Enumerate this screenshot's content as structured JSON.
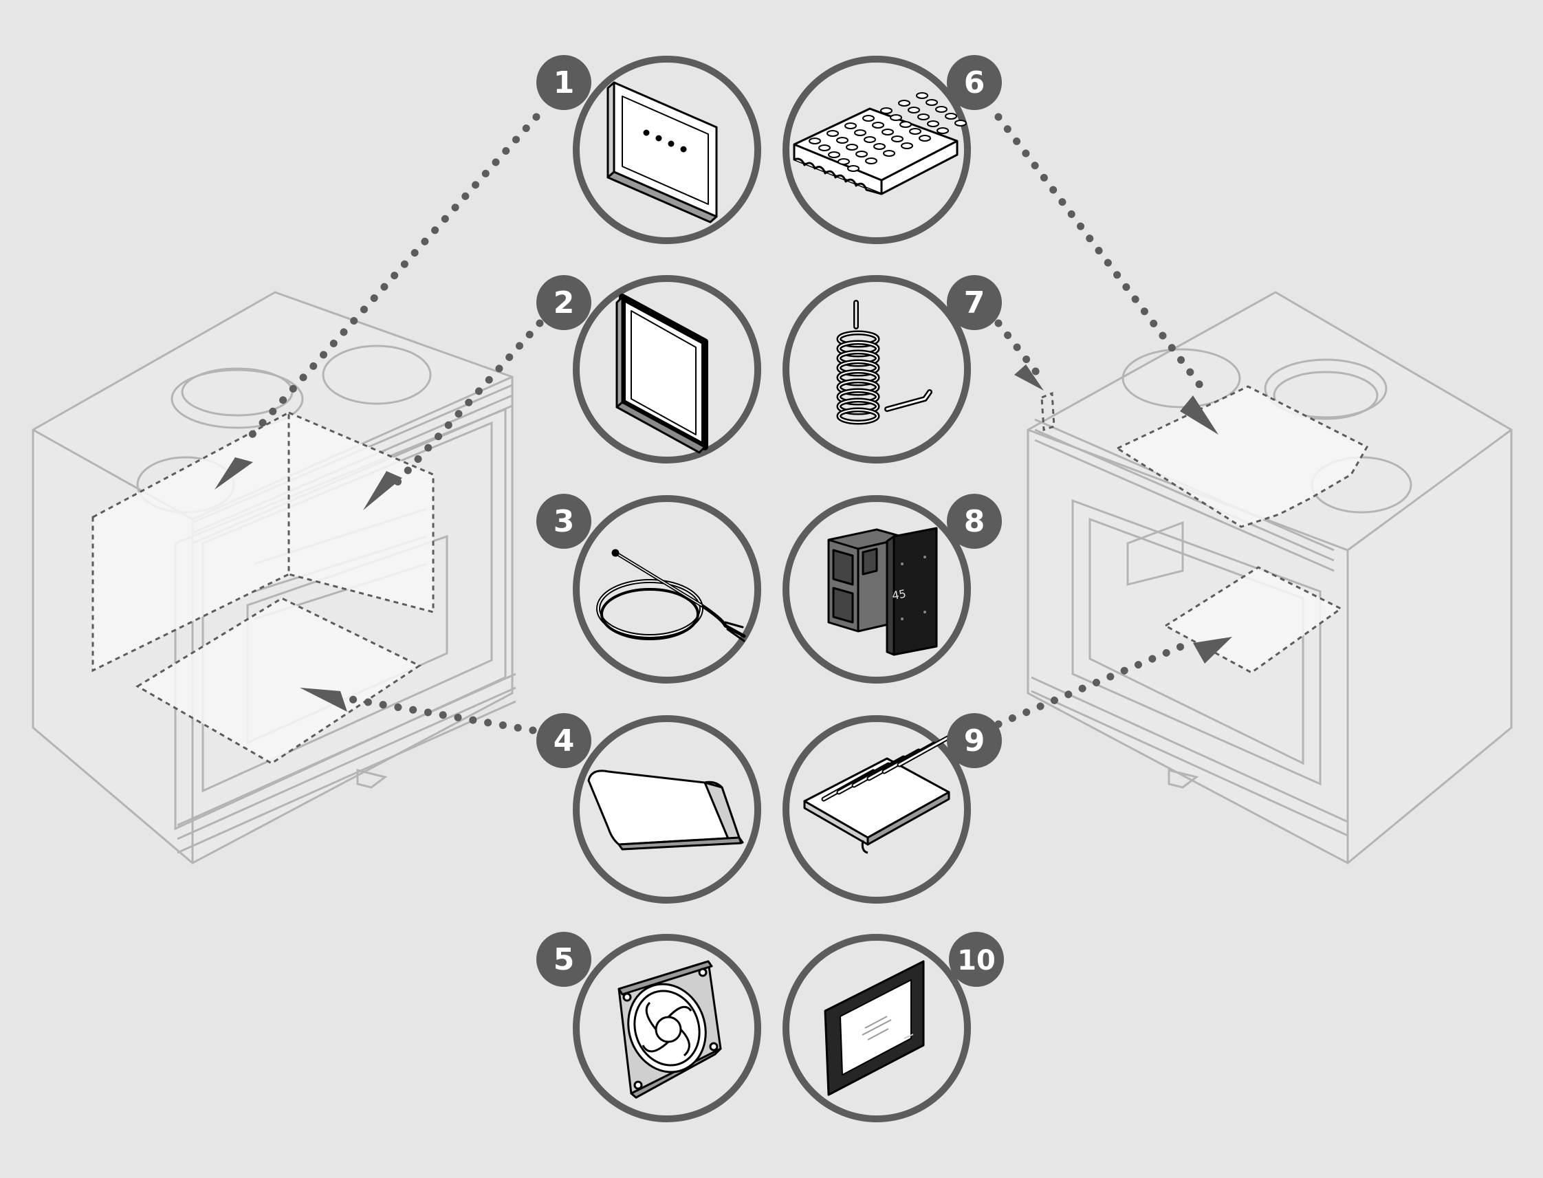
{
  "colors": {
    "background": "#e6e6e6",
    "ring": "#5c5c5c",
    "badge": "#5c5c5c",
    "badge_text": "#ffffff",
    "fireplace_line": "#b4b4b4",
    "panel_fill": "#f7f7f7",
    "dotted_connector": "#5c5c5c"
  },
  "parts": [
    {
      "badge": "1",
      "icon": "control-panel-icon"
    },
    {
      "badge": "2",
      "icon": "side-panel-icon"
    },
    {
      "badge": "3",
      "icon": "temperature-probe-icon"
    },
    {
      "badge": "4",
      "icon": "deflector-plate-icon"
    },
    {
      "badge": "5",
      "icon": "cooling-fan-icon"
    },
    {
      "badge": "6",
      "icon": "refractory-tile-icon"
    },
    {
      "badge": "7",
      "icon": "heating-coil-icon"
    },
    {
      "badge": "8",
      "icon": "digital-thermostat-icon"
    },
    {
      "badge": "9",
      "icon": "grate-icon"
    },
    {
      "badge": "10",
      "icon": "display-frame-icon"
    }
  ],
  "thermostat_display": "45"
}
